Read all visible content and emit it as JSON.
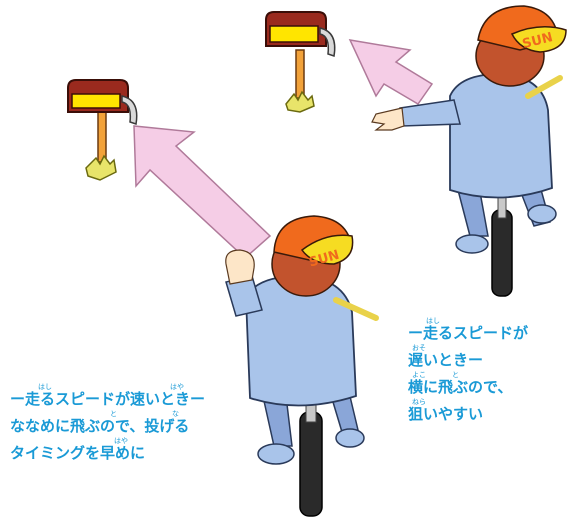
{
  "colors": {
    "text": "#1a9ad6",
    "mailbox_red": "#9a2a1e",
    "mailbox_yellow": "#ffe500",
    "post": "#f2a23a",
    "arrow_pink": "#f5cde6",
    "cap": "#f06a1d",
    "cap_brim": "#f6dc22",
    "jacket": "#a9c4ea",
    "hair": "#c2532d",
    "skin": "#fde6c8"
  },
  "cap_text": "SUN",
  "captions": {
    "left": {
      "line1": "ー走るスピードが速いときー",
      "line2": "ななめに飛ぶので、投げる",
      "line3": "タイミングを早めに",
      "ruby": [
        "はし",
        "はや",
        "と",
        "な",
        "はや"
      ]
    },
    "right": {
      "line1": "ー走るスピードが",
      "line2": "遅いときー",
      "line3": "横に飛ぶので、",
      "line4": "狙いやすい",
      "ruby": [
        "はし",
        "おそ",
        "よこ",
        "と",
        "ねら"
      ]
    }
  }
}
